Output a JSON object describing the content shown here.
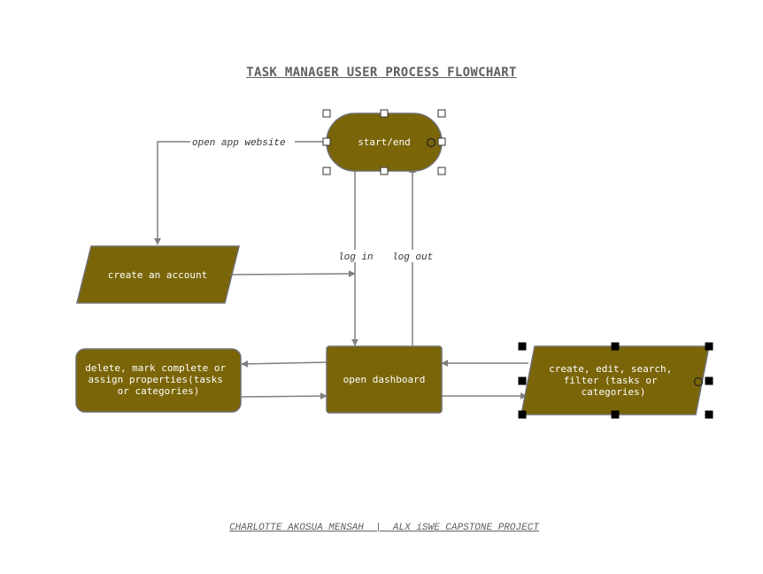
{
  "diagram": {
    "title": "TASK MANAGER USER PROCESS FLOWCHART",
    "footer": "CHARLOTTE AKOSUA MENSAH  |  ALX iSWE CAPSTONE PROJECT",
    "colors": {
      "node_fill": "#7a6508",
      "node_stroke": "#6e6e6e",
      "edge": "#808080"
    },
    "nodes": {
      "start_end": {
        "lines": [
          "start/end"
        ]
      },
      "create_account": {
        "lines": [
          "create an account"
        ]
      },
      "dashboard": {
        "lines": [
          "open dashboard"
        ]
      },
      "delete_mark": {
        "lines": [
          "delete, mark complete or",
          "assign properties(tasks",
          "or categories)"
        ]
      },
      "create_edit": {
        "lines": [
          "create, edit, search,",
          "filter (tasks or",
          "categories)"
        ]
      }
    },
    "edge_labels": {
      "open_app": "open app website",
      "log_in": "log in",
      "log_out": "log out"
    }
  }
}
